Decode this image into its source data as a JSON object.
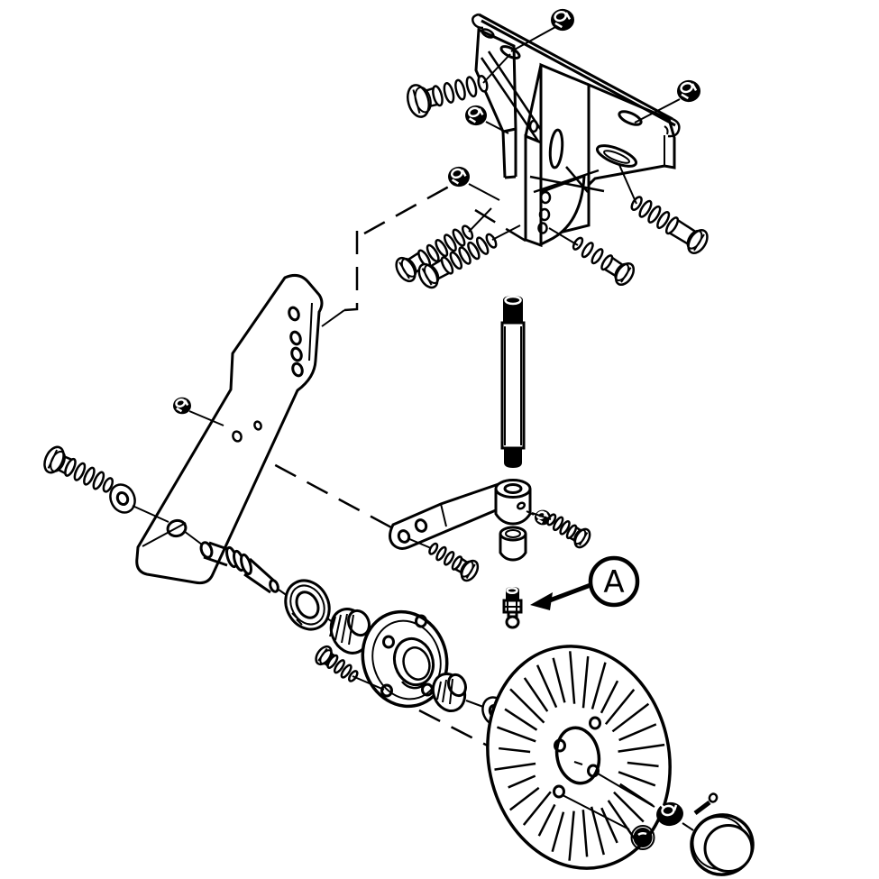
{
  "diagram": {
    "type": "exploded-parts-diagram",
    "description": "black and white exploded view of a disc opener hub and mounting bracket assembly",
    "colors": {
      "line": "#000000",
      "background": "#ffffff"
    },
    "callouts": [
      {
        "id": "A",
        "label": "A",
        "shape": "circle",
        "points_to": "grease-fitting"
      }
    ]
  }
}
